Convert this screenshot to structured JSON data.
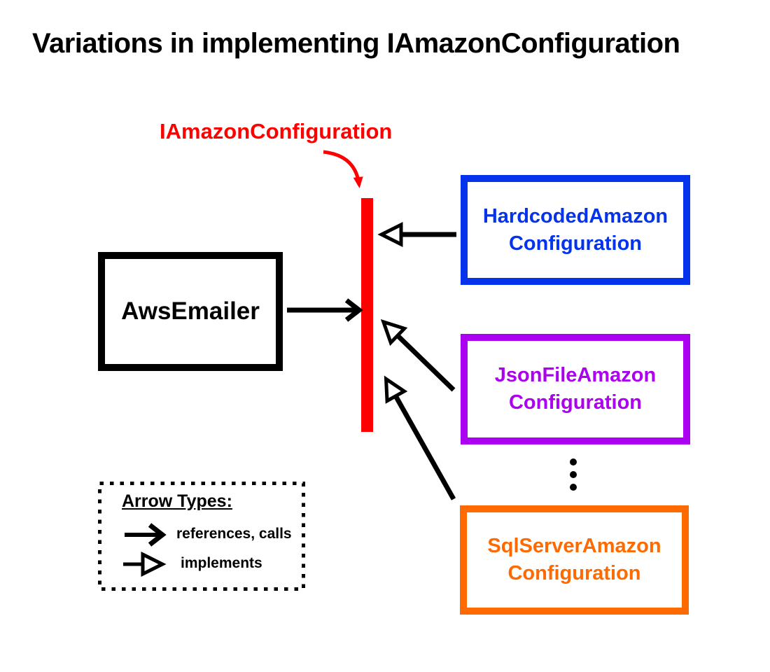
{
  "title": "Variations in implementing IAmazonConfiguration",
  "interface_label": {
    "text": "IAmazonConfiguration",
    "color": "#FF0000"
  },
  "nodes": {
    "aws_emailer": {
      "label": "AwsEmailer",
      "color": "#000000"
    },
    "hardcoded": {
      "lines": [
        "HardcodedAmazon",
        "Configuration"
      ],
      "color": "#0433EB"
    },
    "jsonfile": {
      "lines": [
        "JsonFileAmazon",
        "Configuration"
      ],
      "color": "#AC00F0"
    },
    "sqlserver": {
      "lines": [
        "SqlServerAmazon",
        "Configuration"
      ],
      "color": "#FF6A00"
    }
  },
  "ellipsis_icon": "vertical-ellipsis",
  "legend": {
    "title": "Arrow Types:",
    "items": [
      {
        "arrow_style": "solid",
        "label": "references, calls"
      },
      {
        "arrow_style": "open",
        "label": "implements"
      }
    ]
  },
  "colors": {
    "red": "#FF0000",
    "blue": "#0433EB",
    "purple": "#AC00F0",
    "orange": "#FF6A00",
    "black": "#000000"
  }
}
